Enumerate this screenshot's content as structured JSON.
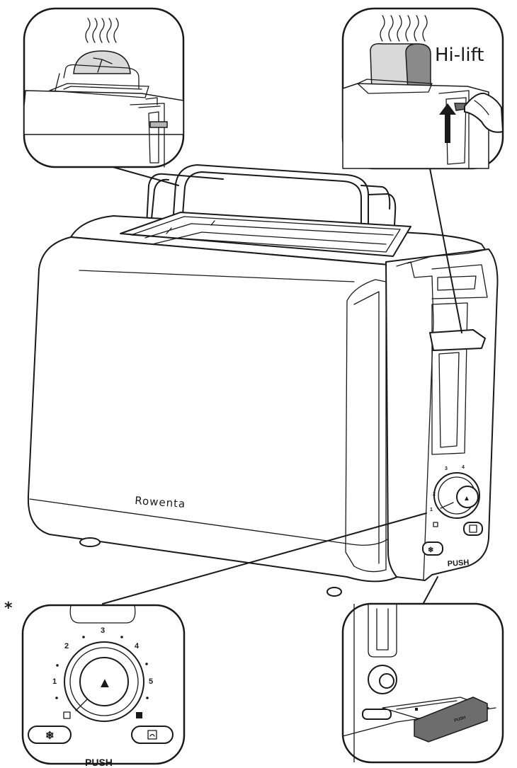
{
  "brand": "Rowenta",
  "callouts": {
    "hi_lift": "Hi-lift",
    "asterisk": "*"
  },
  "controls": {
    "push_label": "PUSH",
    "push_label_crop": "PUSH",
    "dial_numbers": [
      "1",
      "2",
      "3",
      "4",
      "5"
    ],
    "stop_symbol": "▲",
    "defrost_icon": "snowflake-icon",
    "reheat_icon": "reheat-icon"
  },
  "crumb_tray_label": "PUSH",
  "colors": {
    "outline": "#1a1a1a",
    "bread": "#d9d9d9",
    "tray_handle": "#6d6d6d"
  }
}
